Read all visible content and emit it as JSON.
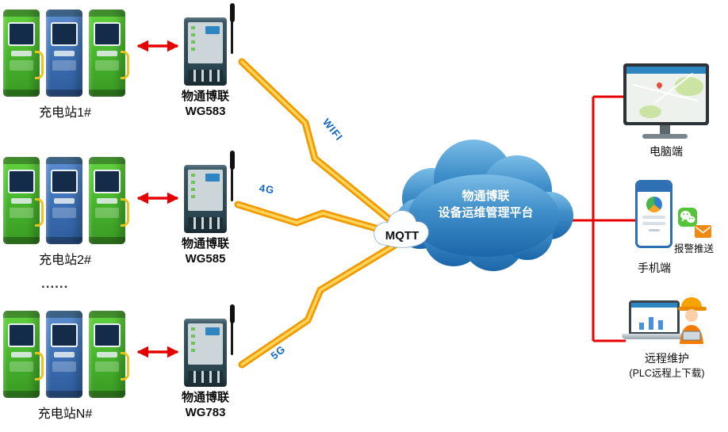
{
  "stations": [
    {
      "label": "充电站1#"
    },
    {
      "label": "充电站2#"
    },
    {
      "label": "充电站N#"
    }
  ],
  "ellipsis": "......",
  "gateways": [
    {
      "brand": "物通博联",
      "model": "WG583",
      "link": "WIFI"
    },
    {
      "brand": "物通博联",
      "model": "WG585",
      "link": "4G"
    },
    {
      "brand": "物通博联",
      "model": "WG783",
      "link": "5G"
    }
  ],
  "mqtt": {
    "label": "MQTT"
  },
  "platform": {
    "line1": "物通博联",
    "line2": "设备运维管理平台"
  },
  "endpoints": {
    "pc": {
      "label": "电脑端"
    },
    "phone": {
      "label": "手机端",
      "push_label": "报警推送"
    },
    "remote": {
      "label": "远程维护",
      "sub_label": "(PLC远程上下载)"
    }
  },
  "icons": {
    "wechat": "wechat-icon",
    "mail": "mail-icon",
    "worker": "engineer-icon",
    "antenna": "antenna-icon",
    "map_pin": "map-pin-icon"
  },
  "colors": {
    "arrow_red": "#e60000",
    "bolt_orange": "#f29b00",
    "bolt_yellow": "#ffd45c",
    "cloud_blue_top": "#7abde7",
    "cloud_blue_bottom": "#1b66a9",
    "link_label_blue": "#1266c8",
    "pile_green": "#46b32c",
    "pile_blue": "#3a6cb1",
    "wechat_green": "#54c538",
    "mail_orange": "#ef8b13"
  }
}
